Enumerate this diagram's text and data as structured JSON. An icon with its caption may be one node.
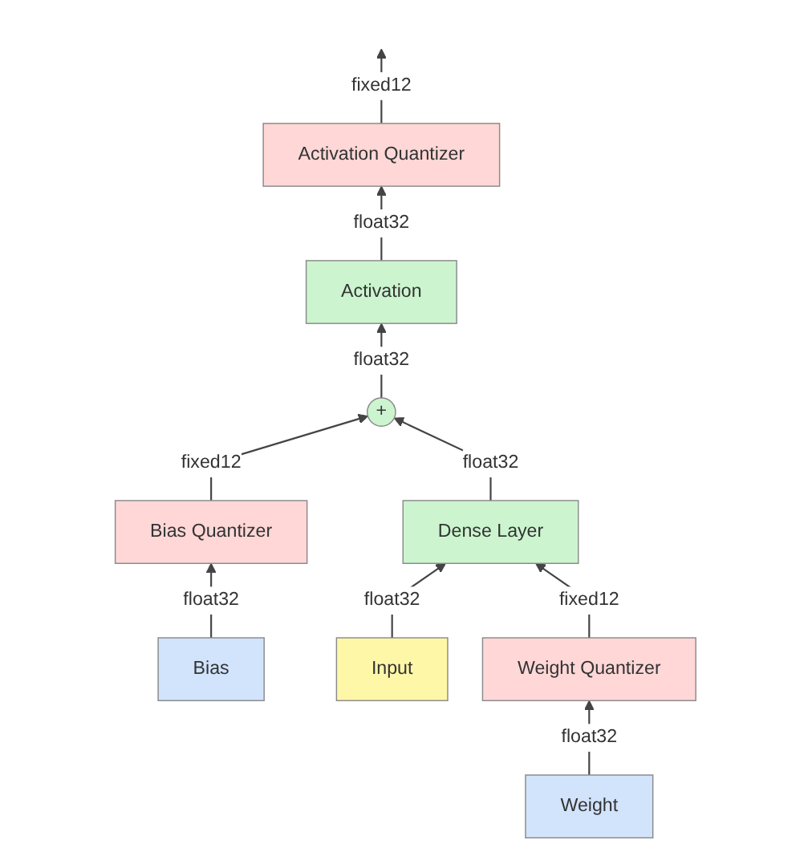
{
  "diagram": {
    "nodes": [
      {
        "text": [
          "Activation Quantizer"
        ]
      },
      {
        "text": [
          "Activation"
        ]
      },
      {
        "text": [
          "Bias Quantizer"
        ]
      },
      {
        "text": [
          "+"
        ]
      },
      {
        "text": [
          "Bias"
        ]
      },
      {
        "text": [
          "Dense Layer"
        ]
      },
      {
        "text": [
          "Input"
        ]
      },
      {
        "text": [
          "Weight Quantizer"
        ]
      },
      {
        "text": [
          "Weight"
        ]
      }
    ],
    "edges": [
      {
        "from": 0,
        "to": null,
        "arrow": "to",
        "label": "fixed12"
      },
      {
        "from": 1,
        "to": 0,
        "arrow": "to",
        "label": "float32"
      },
      {
        "from": 3,
        "to": 1,
        "arrow": "to",
        "label": "float32"
      },
      {
        "from": 2,
        "to": 3,
        "arrow": "to",
        "label": "fixed12"
      },
      {
        "from": 4,
        "to": 2,
        "arrow": "to",
        "label": "float32"
      },
      {
        "from": 5,
        "to": 3,
        "arrow": "to",
        "label": "float32"
      },
      {
        "from": 6,
        "to": 5,
        "arrow": "to",
        "label": "float32"
      },
      {
        "from": 7,
        "to": 5,
        "arrow": "to",
        "label": "fixed12"
      },
      {
        "from": 8,
        "to": 7,
        "arrow": "to",
        "label": "float32"
      }
    ]
  }
}
